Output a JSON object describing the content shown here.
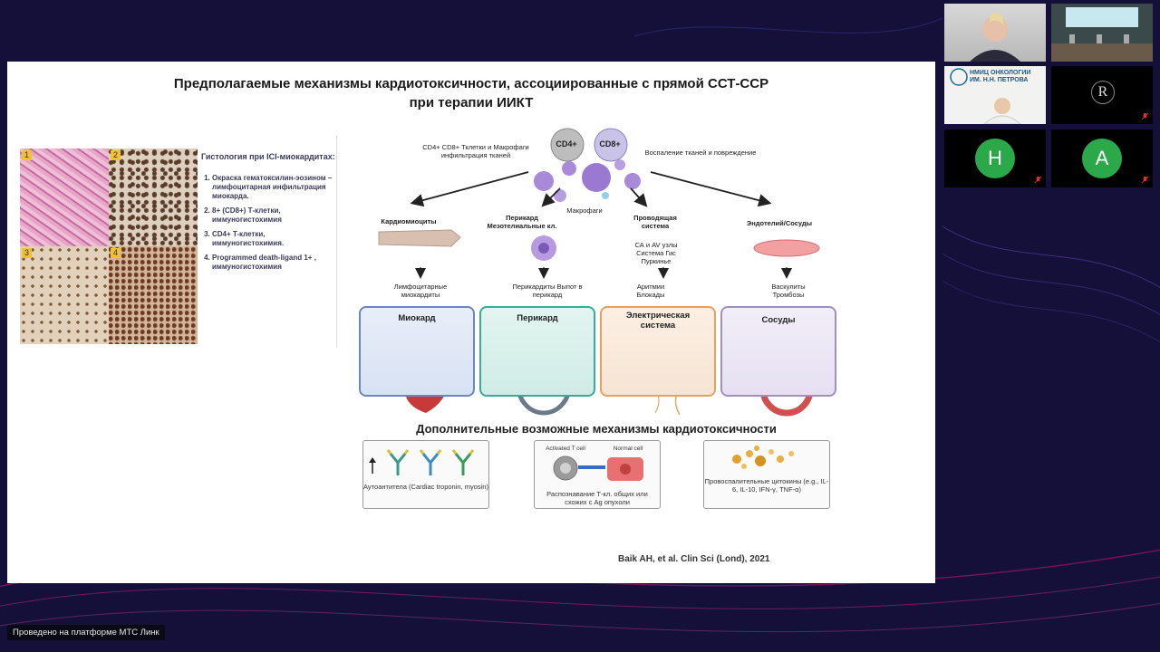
{
  "slide": {
    "title_line1": "Предполагаемые механизмы кардиотоксичности, ассоциированные с прямой ССТ-ССР",
    "title_line2": "при терапии ИИКТ",
    "histology": {
      "numbers": [
        "1",
        "2",
        "3",
        "4"
      ],
      "title": "Гистология при ICI-миокардитах:",
      "items": [
        "Окраска гематоксилин-эозином – лимфоцитарная инфильтрация миокарда.",
        "8+ (CD8+) Т-клетки, иммуногистохимия",
        "CD4+ T-клетки, иммуногистохимия.",
        "Programmed death-ligand 1+ , иммуногистохимия"
      ]
    },
    "diagram": {
      "cd4": "CD4+",
      "cd8": "CD8+",
      "left_caption": "CD4+ CD8+ Тклетки и Макрофаги инфильтрация тканей",
      "right_caption": "Воспаление тканей и повреждение",
      "macrophages": "Макрофаги",
      "targets": [
        {
          "label": "Кардиомиоциты",
          "sub": "",
          "effect": "Лимфоцитарные миокардиты"
        },
        {
          "label": "Перикард Мезотелиальные кл.",
          "sub": "",
          "effect": "Перикардиты Выпот в перикард"
        },
        {
          "label": "Проводящая система",
          "sub": "СА и AV узлы Система Гис Пуркинье",
          "effect": "Аритмии Блокады"
        },
        {
          "label": "Эндотелий/Сосуды",
          "sub": "",
          "effect": "Васкулиты Тромбозы"
        }
      ],
      "organs": [
        "Миокард",
        "Перикард",
        "Электрическая система",
        "Сосуды"
      ]
    },
    "additional_title": "Дополнительные возможные механизмы кардиотоксичности",
    "additional": [
      {
        "label": "Аутоантитела (Cardiac troponin, myosin)"
      },
      {
        "cell_left": "Activated T cell",
        "cell_right": "Normal cell",
        "label": "Распознавание Т-кл. общих или схожих с Ag опухоли"
      },
      {
        "label": "Провоспалительные цитокины (e.g., IL-6, IL-10, IFN-γ, TNF-α)"
      }
    ],
    "citation": "Baik AH, et al. Clin Sci (Lond),  2021"
  },
  "participants": {
    "logo_text": "НМИЦ ОНКОЛОГИИ ИМ. Н.Н. ПЕТРОВА",
    "initials": [
      "R",
      "H",
      "A"
    ]
  },
  "footer_text": "Проведено на платформе МТС Линк",
  "colors": {
    "background": "#14103a",
    "avatar_green": "#2aa84a",
    "myocard_border": "#6a86c8",
    "pericard_border": "#3aaa9a",
    "electric_border": "#e8a060",
    "vessel_border": "#a090c0"
  }
}
